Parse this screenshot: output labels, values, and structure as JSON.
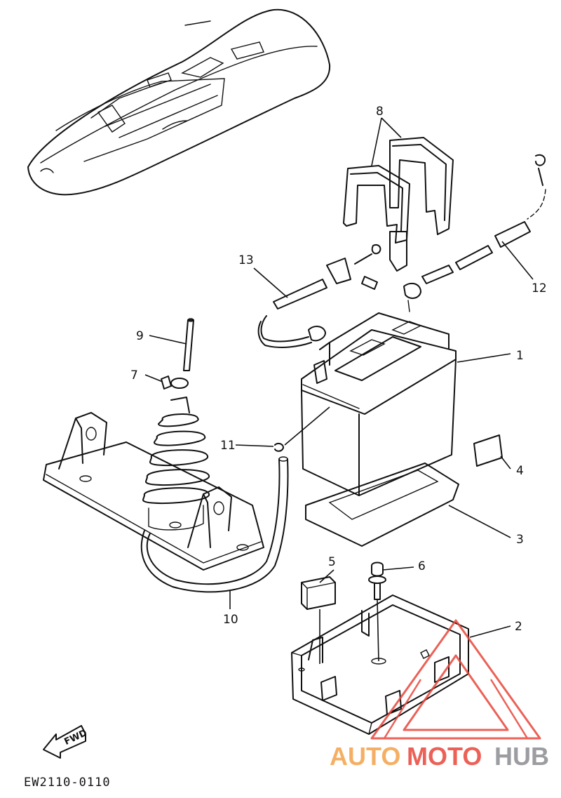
{
  "diagram": {
    "callouts": [
      {
        "id": "1",
        "label": "1"
      },
      {
        "id": "2",
        "label": "2"
      },
      {
        "id": "3",
        "label": "3"
      },
      {
        "id": "4",
        "label": "4"
      },
      {
        "id": "5",
        "label": "5"
      },
      {
        "id": "6",
        "label": "6"
      },
      {
        "id": "7",
        "label": "7"
      },
      {
        "id": "8",
        "label": "8"
      },
      {
        "id": "9",
        "label": "9"
      },
      {
        "id": "10",
        "label": "10"
      },
      {
        "id": "11",
        "label": "11"
      },
      {
        "id": "12",
        "label": "12"
      },
      {
        "id": "13",
        "label": "13"
      }
    ],
    "direction_label": "FWD",
    "drawing_code": "EW2110-0110"
  },
  "watermark": {
    "part1": "AUTO",
    "part2": "MOTO",
    "part3": "HUB",
    "colors": {
      "auto": "#f4a24a",
      "moto": "#e8463a",
      "hub": "#8a8d91",
      "triangle": "#e8463a"
    }
  }
}
